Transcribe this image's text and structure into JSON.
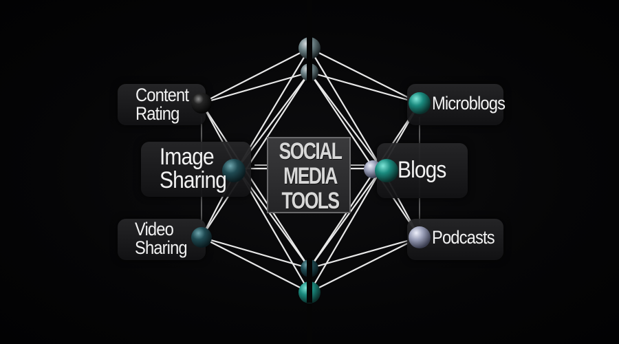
{
  "center": {
    "line1": "SOCIAL",
    "line2": "MEDIA",
    "line3": "TOOLS"
  },
  "nodes": {
    "content_rating": "Content\nRating",
    "image_sharing": "Image\nSharing",
    "video_sharing": "Video\nSharing",
    "microblogs": "Microblogs",
    "blogs": "Blogs",
    "podcasts": "Podcasts"
  },
  "colors": {
    "teal": "#1a8a7e",
    "dark_teal": "#1f4a52",
    "lavender": "#9a9fb8",
    "black_sphere": "#151515"
  }
}
